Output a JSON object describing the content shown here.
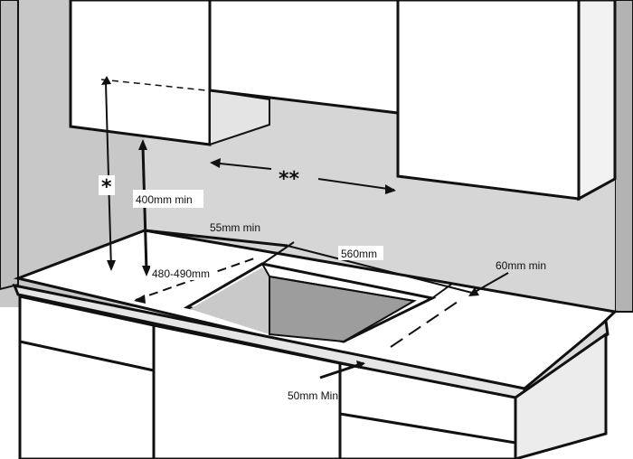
{
  "diagram": {
    "labels": {
      "asterisk": "*",
      "double_asterisk": "**",
      "hood_clearance": "400mm min",
      "rear_clearance": "55mm min",
      "cutout_width": "560mm",
      "cutout_depth": "480-490mm",
      "side_clearance": "60mm min",
      "front_clearance": "50mm Min"
    },
    "colors": {
      "wall": "#c8c8c8",
      "cabinet": "#ffffff",
      "cutout_interior": "#9d9d9d",
      "outline": "#111111"
    }
  }
}
